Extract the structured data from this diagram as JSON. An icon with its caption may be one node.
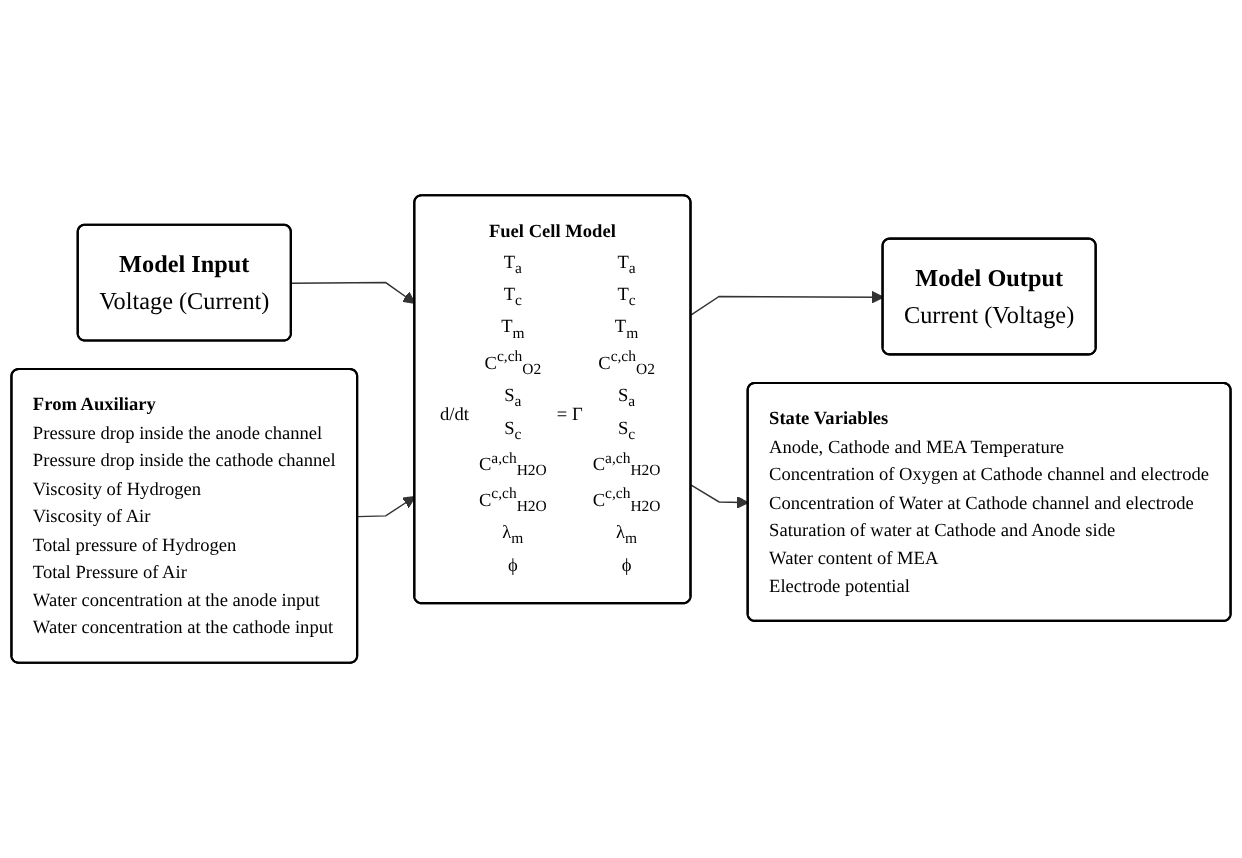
{
  "diagram": {
    "nodes": [
      {
        "text": [
          "Model Input",
          "Voltage (Current)"
        ]
      },
      {
        "text": [
          "Fuel Cell Model",
          "d/dt",
          "T$_{a}$",
          "T$_{c}$",
          "T$_{m}$",
          "C$^{c,ch}$$_{O2}$",
          "S$_{a}$",
          "S$_{c}$",
          "C$^{a,ch}$$_{H2O}$",
          "C$^{c,ch}$$_{H2O}$",
          "λ$_{m}$",
          "ϕ",
          "= Γ",
          "T$_{a}$",
          "T$_{c}$",
          "T$_{m}$",
          "C$^{c,ch}$$_{O2}$",
          "S$_{a}$",
          "S$_{c}$",
          "C$^{a,ch}$$_{H2O}$",
          "C$^{c,ch}$$_{H2O}$",
          "λ$_{m}$",
          "ϕ"
        ]
      },
      {
        "text": [
          "Model Output",
          "Current (Voltage)"
        ]
      },
      {
        "text": [
          "From Auxiliary",
          "Pressure drop inside the anode channel",
          "Pressure drop inside the cathode channel",
          "Viscosity of Hydrogen",
          "Viscosity of Air",
          "Total pressure of Hydrogen",
          "Total Pressure of Air",
          "Water concentration at the anode input",
          "Water concentration at the cathode input"
        ]
      },
      {
        "text": [
          "State Variables",
          "Anode, Cathode and MEA Temperature",
          "Concentration of Oxygen at Cathode channel and electrode",
          "Concentration of Water at Cathode channel and electrode",
          "Saturation of water at Cathode and Anode side",
          "Water content of MEA",
          "Electrode potential"
        ]
      }
    ],
    "edges": [
      {
        "from": 0,
        "to": 1,
        "arrow": "to"
      },
      {
        "from": 1,
        "to": 2,
        "arrow": "to"
      },
      {
        "from": 3,
        "to": 1,
        "arrow": "to"
      },
      {
        "from": 1,
        "to": 4,
        "arrow": "to"
      }
    ]
  }
}
